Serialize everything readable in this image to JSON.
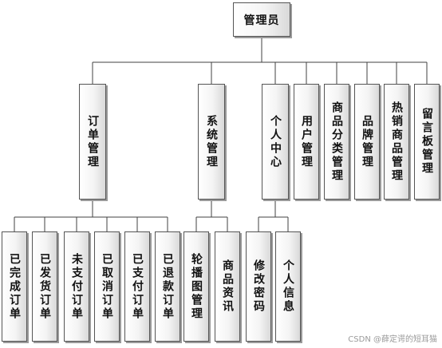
{
  "nodes": {
    "root": "管理员",
    "order": "订单管理",
    "system": "系统管理",
    "center": "个人中心",
    "user": "用户管理",
    "category": "商品分类管理",
    "brand": "品牌管理",
    "hot": "热销商品管理",
    "board": "留言板管理",
    "completed": "已完成订单",
    "shipped": "已发货订单",
    "unpaid": "未支付订单",
    "cancelled": "已取消订单",
    "paid": "已支付订单",
    "refund": "已退款订单",
    "carousel": "轮播图管理",
    "news": "商品资讯",
    "password": "修改密码",
    "info": "个人信息"
  },
  "watermark": "CSDN @薛定谔的短耳猫",
  "colors": {
    "line": "#404040",
    "border": "#555555"
  }
}
